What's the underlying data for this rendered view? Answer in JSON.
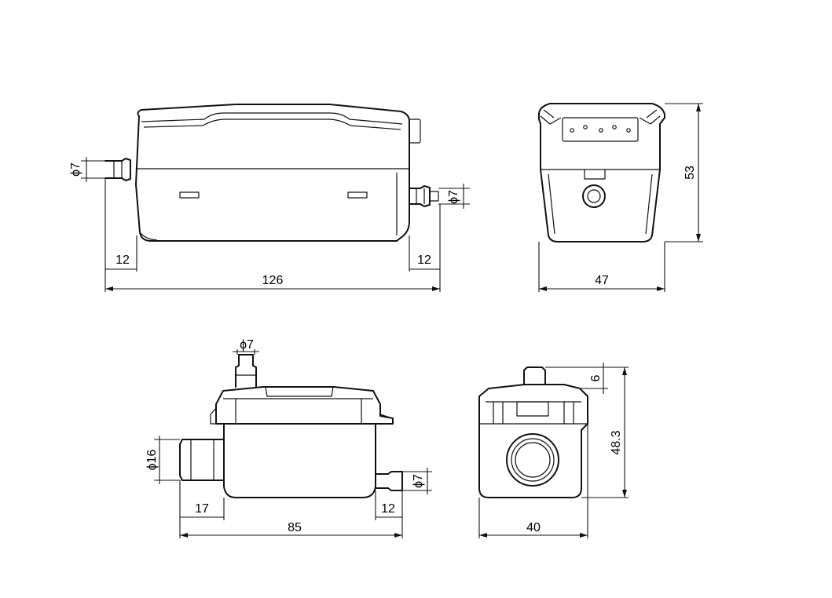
{
  "drawing": {
    "views": {
      "top_left": {
        "inlet_dia": "ϕ7",
        "outlet_dia": "ϕ7",
        "left_spigot": "12",
        "right_spigot": "12",
        "overall_length": "126"
      },
      "top_right": {
        "height": "53",
        "width": "47"
      },
      "bottom_left": {
        "top_dia": "ϕ7",
        "inlet_dia": "ϕ16",
        "outlet_dia": "ϕ7",
        "inlet_len": "17",
        "outlet_len": "12",
        "overall_length": "85"
      },
      "bottom_right": {
        "top_spigot": "6",
        "height": "48.3",
        "width": "40"
      }
    }
  }
}
